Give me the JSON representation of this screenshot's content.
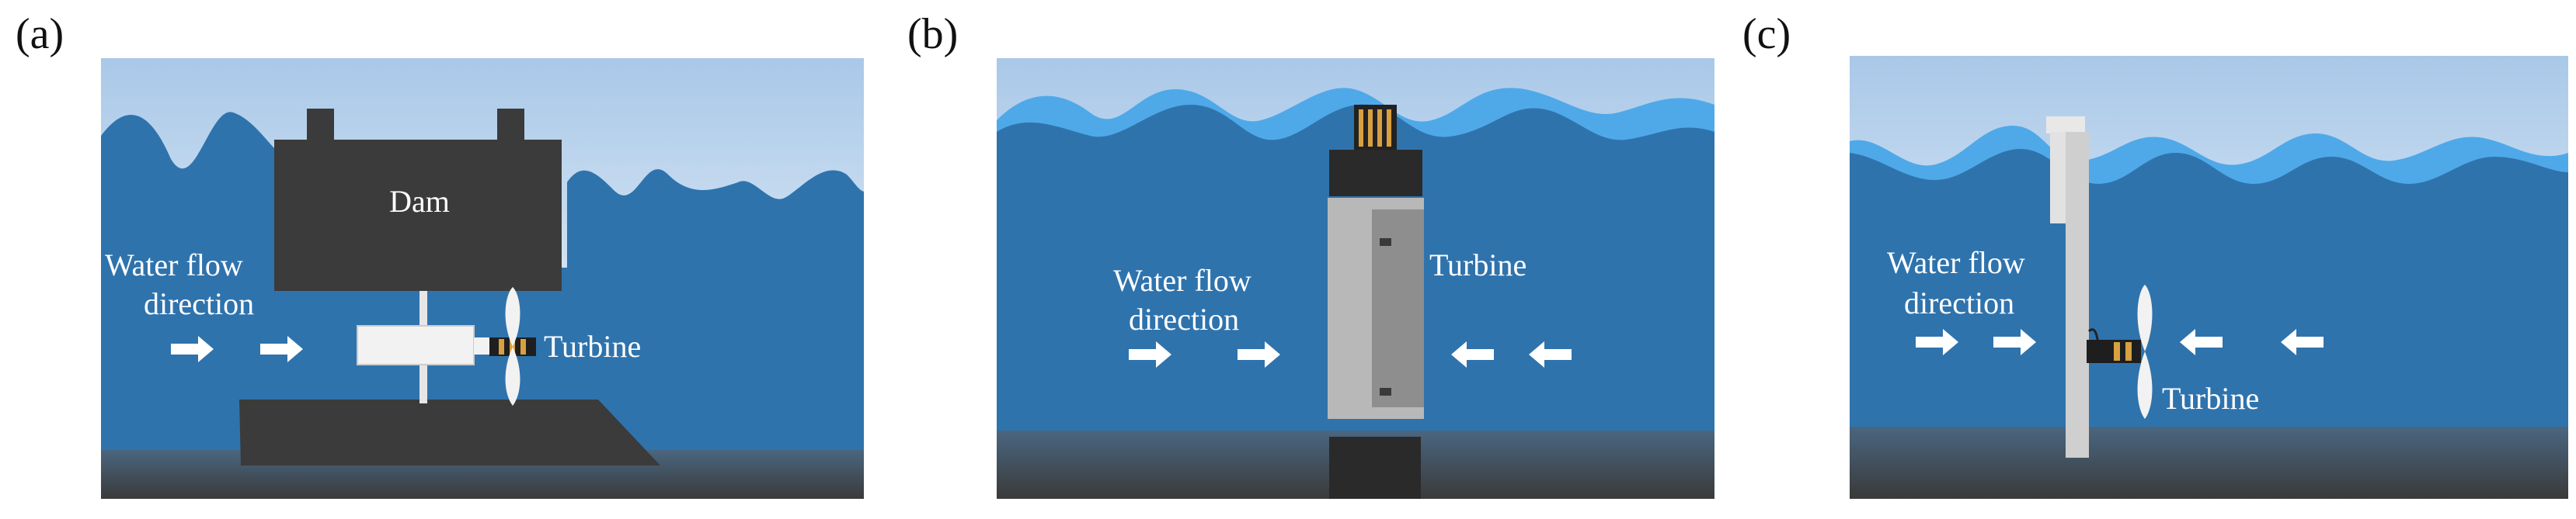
{
  "panels": [
    {
      "label": "(a)",
      "dam_label": "Dam",
      "flow_line1": "Water flow",
      "flow_line2": "direction",
      "turbine_label": "Turbine"
    },
    {
      "label": "(b)",
      "flow_line1": "Water flow",
      "flow_line2": "direction",
      "turbine_label": "Turbine"
    },
    {
      "label": "(c)",
      "flow_line1": "Water flow",
      "flow_line2": "direction",
      "turbine_label": "Turbine"
    }
  ],
  "colors": {
    "water": "#2f73ad",
    "wave_light": "#4fa9e8",
    "seabed_top": "#4a6680",
    "seabed": "#3a3a3a",
    "structure_dark": "#3b3b3b",
    "sky_top": "#a9c8e8",
    "turbine_white": "#f2f2f2",
    "cylinder_gray": "#a9a9a9"
  }
}
